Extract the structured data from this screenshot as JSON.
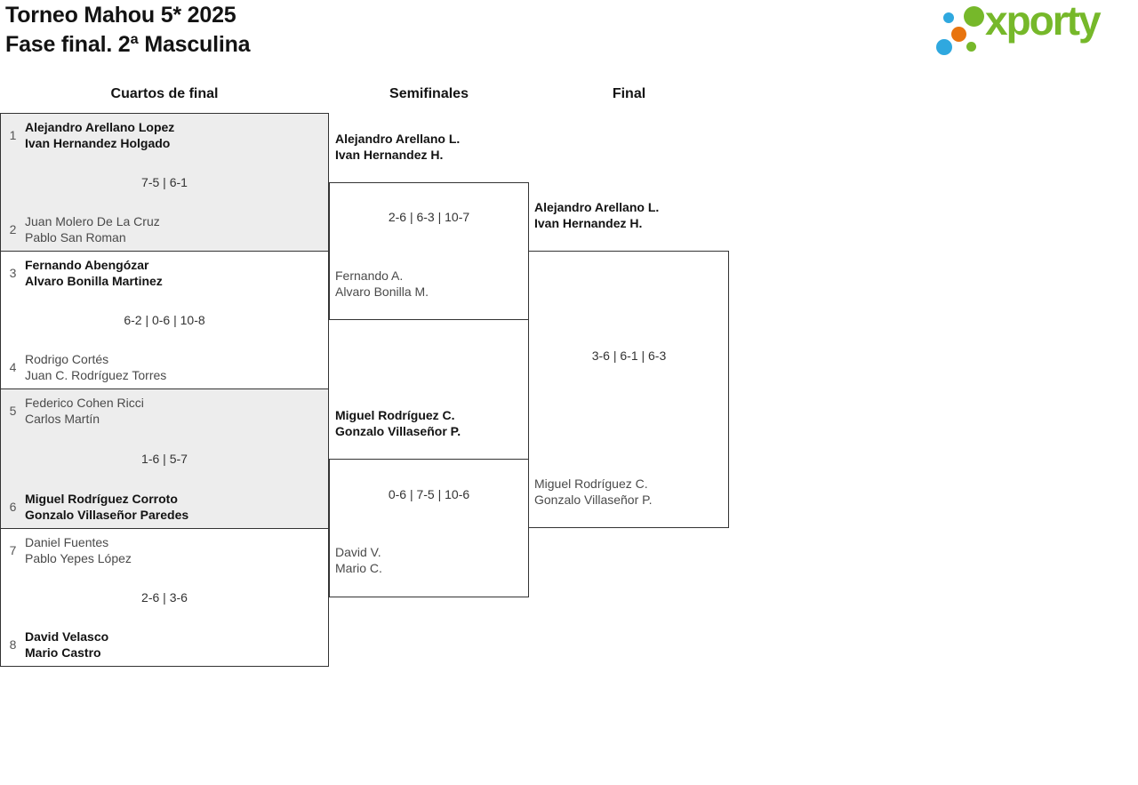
{
  "header": {
    "title_line1": "Torneo Mahou 5* 2025",
    "title_line2": "Fase final. 2ª Masculina"
  },
  "logo": {
    "text": "xporty",
    "colors": {
      "green": "#76b82a",
      "blue": "#2fa8df",
      "orange": "#e8740e"
    }
  },
  "columns": {
    "quarterfinals": "Cuartos de final",
    "semifinals": "Semifinales",
    "final": "Final"
  },
  "styles": {
    "match_alt_bg": "#ededed",
    "border_color": "#333333"
  },
  "bracket": {
    "quarterfinals": [
      {
        "seed1": "1",
        "team1_line1": "Alejandro Arellano Lopez",
        "team1_line2": "Ivan Hernandez Holgado",
        "team1_winner": true,
        "score": "7-5 | 6-1",
        "seed2": "2",
        "team2_line1": "Juan Molero De La Cruz",
        "team2_line2": "Pablo San Roman",
        "team2_winner": false
      },
      {
        "seed1": "3",
        "team1_line1": "Fernando Abengózar",
        "team1_line2": "Alvaro Bonilla Martinez",
        "team1_winner": true,
        "score": "6-2 | 0-6 | 10-8",
        "seed2": "4",
        "team2_line1": "Rodrigo Cortés",
        "team2_line2": "Juan C. Rodríguez Torres",
        "team2_winner": false
      },
      {
        "seed1": "5",
        "team1_line1": "Federico Cohen Ricci",
        "team1_line2": "Carlos Martín",
        "team1_winner": false,
        "score": "1-6 | 5-7",
        "seed2": "6",
        "team2_line1": "Miguel Rodríguez Corroto",
        "team2_line2": "Gonzalo Villaseñor Paredes",
        "team2_winner": true
      },
      {
        "seed1": "7",
        "team1_line1": "Daniel Fuentes",
        "team1_line2": "Pablo Yepes López",
        "team1_winner": false,
        "score": "2-6 | 3-6",
        "seed2": "8",
        "team2_line1": "David Velasco",
        "team2_line2": "Mario Castro",
        "team2_winner": true
      }
    ],
    "semifinals": [
      {
        "top_line1": "Alejandro Arellano L.",
        "top_line2": "Ivan Hernandez H.",
        "top_winner": true,
        "score": "2-6 | 6-3 | 10-7",
        "bottom_line1": "Fernando A.",
        "bottom_line2": "Alvaro Bonilla M.",
        "bottom_winner": false
      },
      {
        "top_line1": "Miguel Rodríguez C.",
        "top_line2": "Gonzalo Villaseñor P.",
        "top_winner": true,
        "score": "0-6 | 7-5 | 10-6",
        "bottom_line1": "David V.",
        "bottom_line2": "Mario C.",
        "bottom_winner": false
      }
    ],
    "final": {
      "top_line1": "Alejandro Arellano L.",
      "top_line2": "Ivan Hernandez H.",
      "top_winner": true,
      "score": "3-6 | 6-1 | 6-3",
      "bottom_line1": "Miguel Rodríguez C.",
      "bottom_line2": "Gonzalo Villaseñor P.",
      "bottom_winner": false
    }
  }
}
